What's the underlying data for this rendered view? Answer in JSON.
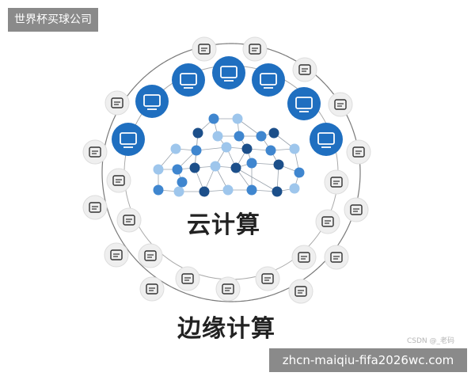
{
  "top_tag": "世界杯买球公司",
  "bottom_tag": "zhcn-maiqiu-fifa2026wc.com",
  "watermark": "CSDN @_老码",
  "labels": {
    "cloud": "云计算",
    "edge": "边缘计算"
  },
  "colors": {
    "ring": "#7a7a7a",
    "device_blue": "#1f6fc0",
    "device_grey": "#eeeeee",
    "net_dark": "#1c4f8a",
    "net_mid": "#3f86cf",
    "net_light": "#9ec6ec"
  },
  "outer_icons": [
    "key-icon",
    "heart-rate-icon",
    "tools-icon",
    "drone-icon",
    "server-rack-icon",
    "chip-icon",
    "traffic-light-icon",
    "bus-icon",
    "gauge-icon",
    "house-icon",
    "lock-icon",
    "gamepad-icon",
    "factory-icon",
    "person-icon",
    "crane-icon",
    "location-pin-icon",
    "cart-icon",
    "wheat-icon",
    "gear-wrench-icon",
    "airplane-icon",
    "forklift-icon",
    "radio-icon",
    "thermometer-icon"
  ],
  "device_icons": [
    "vr-headset-icon",
    "desktop-icon",
    "tablet-icon",
    "laptop-icon",
    "phone-icon",
    "router-icon",
    "car-icon"
  ]
}
